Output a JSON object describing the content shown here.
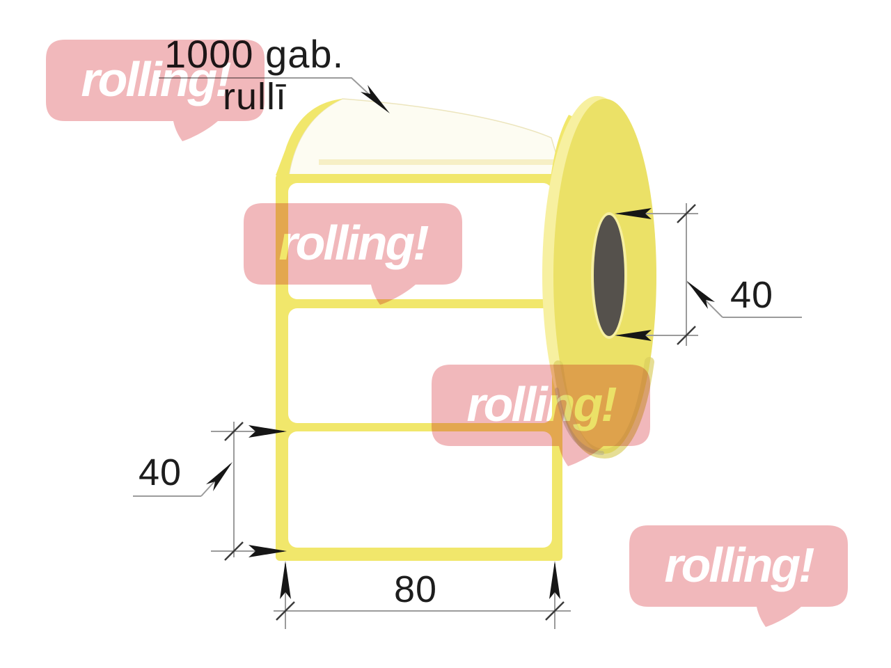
{
  "annotation": {
    "quantity": "1000 gab.",
    "location": "rullī"
  },
  "dimensions": {
    "core_diameter": "40",
    "label_height": "40",
    "label_width": "80"
  },
  "watermark": {
    "brand": "rolling!"
  },
  "colors": {
    "liner_yellow": "#f1e76b",
    "roll_face_yellow": "#ebe167",
    "roll_rim_light": "#f7f0a0",
    "core_gray": "#55514c",
    "label_white": "#ffffff",
    "watermark_pink": "#f1b8bb",
    "dimension_line_gray": "#9b9b9b",
    "text_dark": "#1d1d1d"
  }
}
